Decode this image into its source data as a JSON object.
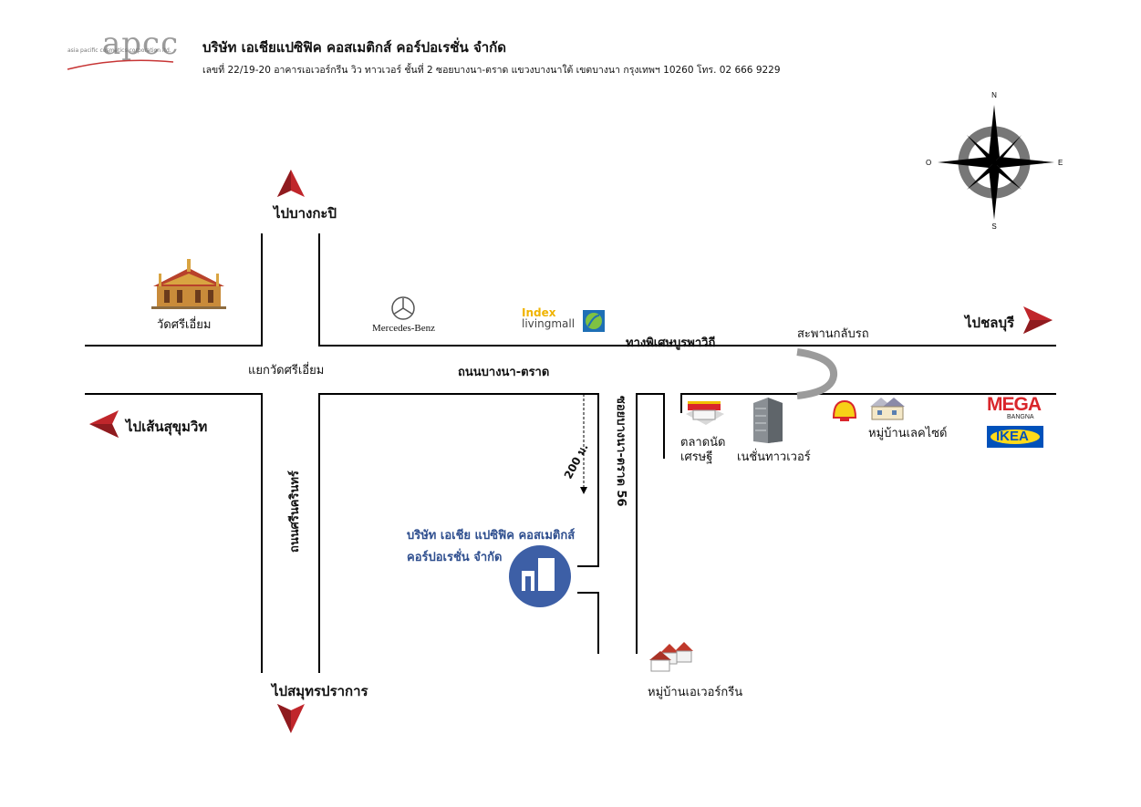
{
  "header": {
    "logo_letters": "apcc",
    "logo_sub": "asia pacific cosmetics corporation ltd.",
    "company_name": "บริษัท เอเชียแปซิฟิค คอสเมติกส์ คอร์ปอเรชั่น จำกัด",
    "address": "เลขที่ 22/19-20 อาคารเอเวอร์กรีน วิว ทาวเวอร์ ชั้นที่ 2 ซอยบางนา-ตราด แขวงบางนาใต้ เขตบางนา กรุงเทพฯ 10260 โทร. 02 666 9229"
  },
  "compass": {
    "n": "N",
    "s": "S",
    "e": "E",
    "w": "O"
  },
  "directions": {
    "to_bangkapi": "ไปบางกะปิ",
    "to_chonburi": "ไปชลบุรี",
    "to_sukhumvit": "ไปเส้นสุขุมวิท",
    "to_samutprakan": "ไปสมุทรปราการ"
  },
  "roads": {
    "bangna_trad": "ถนนบางนา-ตราด",
    "burapha_withi": "ทางพิเศษบูรพาวิถี",
    "wat_sri_iam_junction": "แยกวัดศรีเอี่ยม",
    "si_nakharin": "ถนนศรีนครินทร์",
    "soi_56": "ซอยบางนา-ตราด 56",
    "u_turn_bridge": "สะพานกลับรถ",
    "distance": "200 ม."
  },
  "landmarks": {
    "temple": "วัดศรีเอี่ยม",
    "mercedes": "Mercedes-Benz",
    "index_top": "Index",
    "index_bottom": "livingmall",
    "market_line1": "ตลาดนัด",
    "market_line2": "เศรษฐี",
    "nation_tower": "เนชั่นทาวเวอร์",
    "lakeside": "หมู่บ้านเลคไซด์",
    "evergreen": "หมู่บ้านเอเวอร์กรีน",
    "mega": "MEGA",
    "mega_sub": "BANGNA",
    "ikea": "IKEA"
  },
  "destination": {
    "line1": "บริษัท เอเชีย แปซิฟิค คอสเมติกส์",
    "line2": "คอร์ปอเรชั่น จำกัด"
  },
  "colors": {
    "arrow_red": "#c0262b",
    "destination_blue": "#3d5fa6",
    "bridge_gray": "#9b9b9b",
    "logo_red": "#c73535"
  }
}
